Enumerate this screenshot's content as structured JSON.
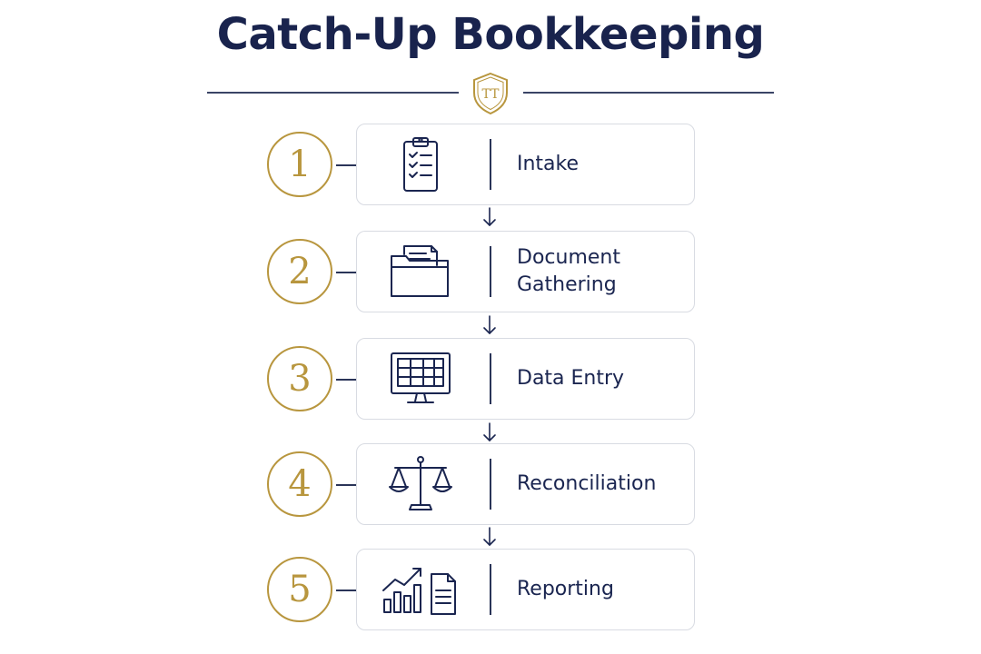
{
  "title": "Catch-Up Bookkeeping",
  "logo": {
    "monogram": "TT",
    "icon": "shield-crest-icon"
  },
  "colors": {
    "navy": "#19234d",
    "gold": "#b8963e",
    "card_border": "#d8dbe2"
  },
  "steps": [
    {
      "number": "1",
      "label": "Intake",
      "icon": "clipboard-checklist-icon"
    },
    {
      "number": "2",
      "label": "Document\nGathering",
      "icon": "folder-documents-icon"
    },
    {
      "number": "3",
      "label": "Data Entry",
      "icon": "monitor-spreadsheet-icon"
    },
    {
      "number": "4",
      "label": "Reconciliation",
      "icon": "balance-scale-icon"
    },
    {
      "number": "5",
      "label": "Reporting",
      "icon": "bar-chart-report-icon"
    }
  ]
}
